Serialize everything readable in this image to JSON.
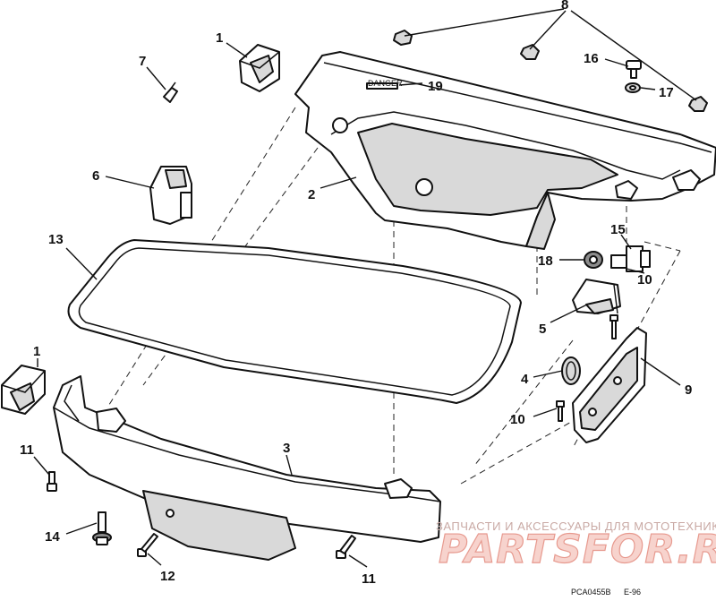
{
  "callouts": {
    "c1_top": "1",
    "c1_left": "1",
    "c2": "2",
    "c3": "3",
    "c4": "4",
    "c5": "5",
    "c6": "6",
    "c7": "7",
    "c8": "8",
    "c9": "9",
    "c10_right": "10",
    "c10_lower": "10",
    "c11_left": "11",
    "c11_bottom": "11",
    "c12": "12",
    "c13": "13",
    "c14": "14",
    "c15": "15",
    "c16": "16",
    "c17": "17",
    "c18": "18",
    "c19": "19"
  },
  "labels": {
    "part_code": "PCA0455B",
    "edition": "E-96",
    "decal_text": "DANGER"
  },
  "watermark": {
    "tagline": "ЗАПЧАСТИ И АКСЕССУАРЫ ДЛЯ МОТОТЕХНИКИ",
    "brand": "PARTSFOR.RU"
  },
  "colors": {
    "line": "#111111",
    "watermark_fill": "#f7d3cd",
    "watermark_stroke": "#e79a8f"
  }
}
